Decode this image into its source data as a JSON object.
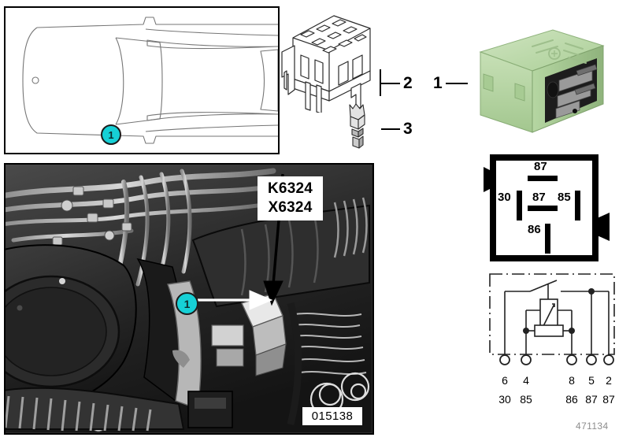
{
  "diagram": {
    "reference_number": "471134",
    "photo_id": "015138"
  },
  "car_panel": {
    "badge_label": "1",
    "view_name": "vehicle-top-view"
  },
  "callouts": [
    {
      "number": "1",
      "target": "relay"
    },
    {
      "number": "2",
      "target": "relay-socket-connector"
    },
    {
      "number": "3",
      "target": "contact-terminal-pin"
    }
  ],
  "callout_labels": {
    "one": "1",
    "two": "2",
    "three": "3"
  },
  "photo": {
    "badge_label": "1",
    "component_label_line1": "K6324",
    "component_label_line2": "X6324",
    "id_chip": "015138"
  },
  "pin_layout": {
    "title": "relay-base-pin-layout",
    "pins": [
      {
        "label": "87",
        "orientation": "horizontal",
        "position": "top"
      },
      {
        "label": "30",
        "orientation": "vertical",
        "position": "left"
      },
      {
        "label": "87",
        "orientation": "horizontal",
        "position": "center"
      },
      {
        "label": "85",
        "orientation": "vertical",
        "position": "right"
      },
      {
        "label": "86",
        "orientation": "vertical",
        "position": "bottom"
      }
    ],
    "labels": {
      "top_87": "87",
      "left_30": "30",
      "center_87": "87",
      "right_85": "85",
      "bottom_86": "86"
    }
  },
  "schematic": {
    "title": "relay-internal-circuit",
    "terminals": [
      {
        "pin_number": "6",
        "terminal_code": "30"
      },
      {
        "pin_number": "4",
        "terminal_code": "85"
      },
      {
        "pin_number": "8",
        "terminal_code": "86"
      },
      {
        "pin_number": "5",
        "terminal_code": "87"
      },
      {
        "pin_number": "2",
        "terminal_code": "87"
      }
    ],
    "pin_numbers": {
      "t1": "6",
      "t2": "4",
      "t3": "8",
      "t4": "5",
      "t5": "2"
    },
    "terminal_codes": {
      "t1": "30",
      "t2": "85",
      "t3": "86",
      "t4": "87",
      "t5": "87"
    }
  },
  "colors": {
    "badge_cyan": "#16d0d6",
    "relay_green": "#b9d8a8",
    "relay_green_dark": "#8fb37c",
    "line_black": "#000000",
    "reference_gray": "#8d8d8d"
  }
}
